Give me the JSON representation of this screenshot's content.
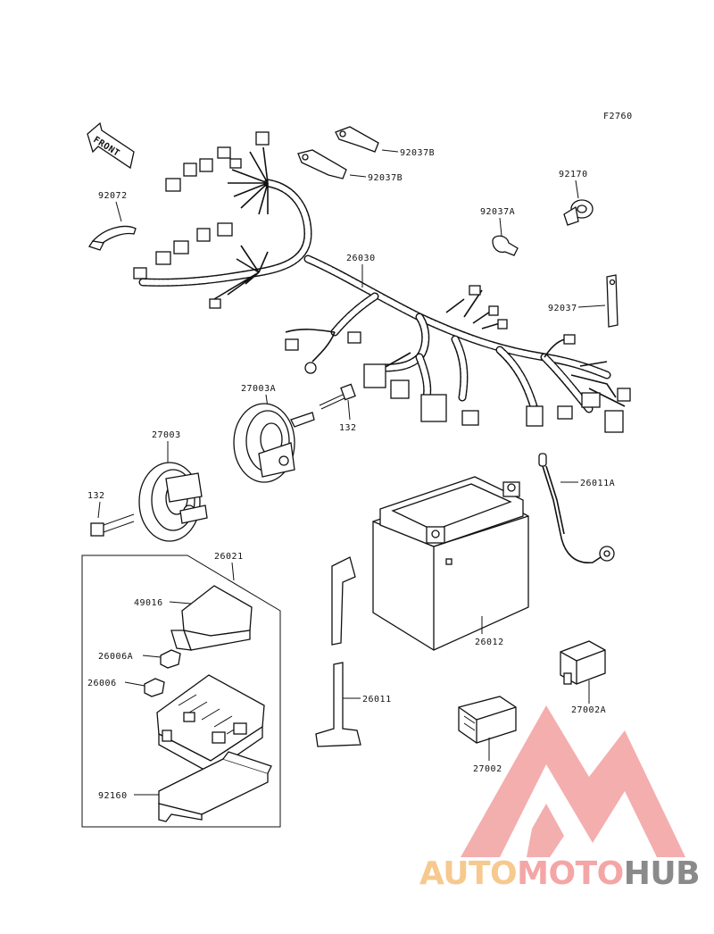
{
  "figure": {
    "code": "F2760",
    "front_label": "FRONT"
  },
  "labels": {
    "p92037B_top": "92037B",
    "p92037B_mid": "92037B",
    "p92072": "92072",
    "p92170": "92170",
    "p92037A": "92037A",
    "p26030": "26030",
    "p92037": "92037",
    "p27003A": "27003A",
    "p132_right": "132",
    "p27003": "27003",
    "p132_left": "132",
    "p26011A": "26011A",
    "p26021": "26021",
    "p49016": "49016",
    "p26006A": "26006A",
    "p26006": "26006",
    "p26012": "26012",
    "p26011": "26011",
    "p27002A": "27002A",
    "p27002": "27002",
    "p92160": "92160"
  },
  "watermark": {
    "part1": "AUTO",
    "part2": "MOTO",
    "part3": "HUB",
    "color_auto": "#f6c98f",
    "color_moto": "#f4a6a6",
    "color_hub": "#8a8a8a",
    "color_logo": "#f2a3a3"
  }
}
